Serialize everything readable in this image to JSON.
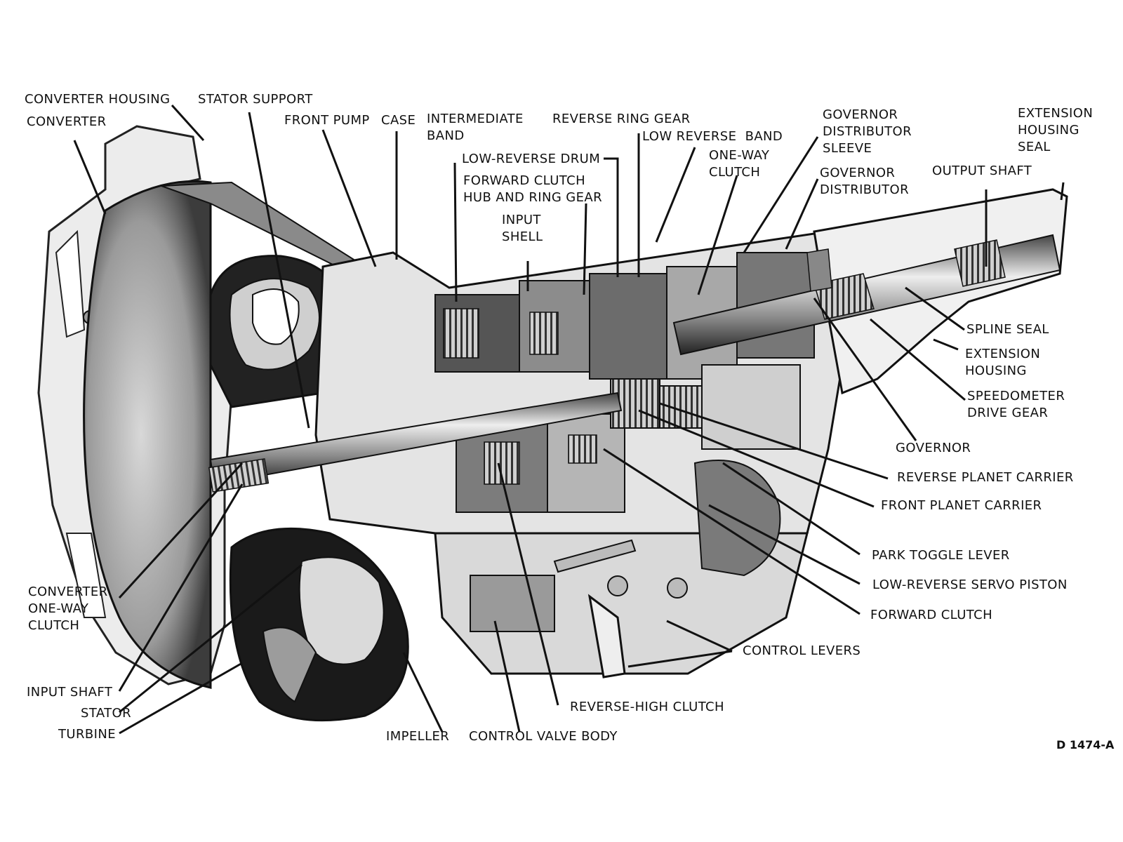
{
  "labels": {
    "converter_housing": "CONVERTER HOUSING",
    "converter": "CONVERTER",
    "stator_support": "STATOR SUPPORT",
    "front_pump": "FRONT PUMP",
    "case": "CASE",
    "intermediate_band": "INTERMEDIATE\nBAND",
    "reverse_ring_gear": "REVERSE RING GEAR",
    "low_reverse_band": "LOW REVERSE  BAND",
    "governor_distributor_sleeve": "GOVERNOR\nDISTRIBUTOR\nSLEEVE",
    "extension_housing_seal": "EXTENSION\nHOUSING\nSEAL",
    "low_reverse_drum": "LOW-REVERSE DRUM",
    "one_way_clutch": "ONE-WAY\nCLUTCH",
    "governor_distributor": "GOVERNOR\nDISTRIBUTOR",
    "output_shaft": "OUTPUT SHAFT",
    "forward_clutch_hub": "FORWARD CLUTCH\nHUB AND RING GEAR",
    "input_shell": "INPUT\nSHELL",
    "spline_seal": "SPLINE SEAL",
    "extension_housing": "EXTENSION\nHOUSING",
    "speedometer_drive_gear": "SPEEDOMETER\nDRIVE GEAR",
    "governor": "GOVERNOR",
    "reverse_planet_carrier": "REVERSE PLANET CARRIER",
    "front_planet_carrier": "FRONT PLANET CARRIER",
    "park_toggle_lever": "PARK TOGGLE LEVER",
    "low_reverse_servo_piston": "LOW-REVERSE SERVO PISTON",
    "forward_clutch": "FORWARD CLUTCH",
    "control_levers": "CONTROL LEVERS",
    "reverse_high_clutch": "REVERSE-HIGH CLUTCH",
    "converter_one_way_clutch": "CONVERTER\nONE-WAY\nCLUTCH",
    "input_shaft": "INPUT SHAFT",
    "stator": "STATOR",
    "turbine": "TURBINE",
    "impeller": "IMPELLER",
    "control_valve_body": "CONTROL VALVE BODY"
  },
  "figure_code": "D 1474-A"
}
